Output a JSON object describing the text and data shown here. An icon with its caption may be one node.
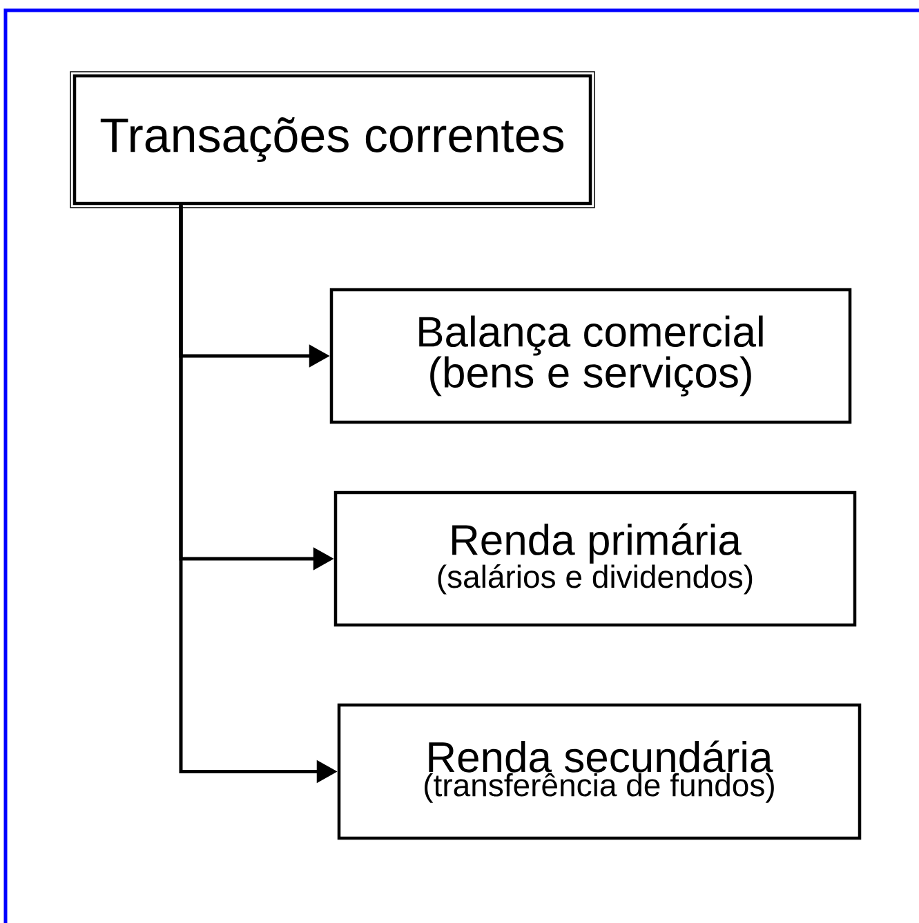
{
  "diagram": {
    "nodes": [
      {
        "text": [
          "Transações correntes"
        ]
      },
      {
        "text": [
          "Balança comercial",
          "(bens e serviços)"
        ]
      },
      {
        "text": [
          "Renda primária",
          "(salários e dividendos)"
        ]
      },
      {
        "text": [
          "Renda  secundária",
          "(transferência de fundos)"
        ]
      }
    ],
    "edges": [
      {
        "from": 0,
        "to": 1,
        "arrow": "to"
      },
      {
        "from": 0,
        "to": 2,
        "arrow": "to"
      },
      {
        "from": 0,
        "to": 3,
        "arrow": "to"
      }
    ]
  }
}
